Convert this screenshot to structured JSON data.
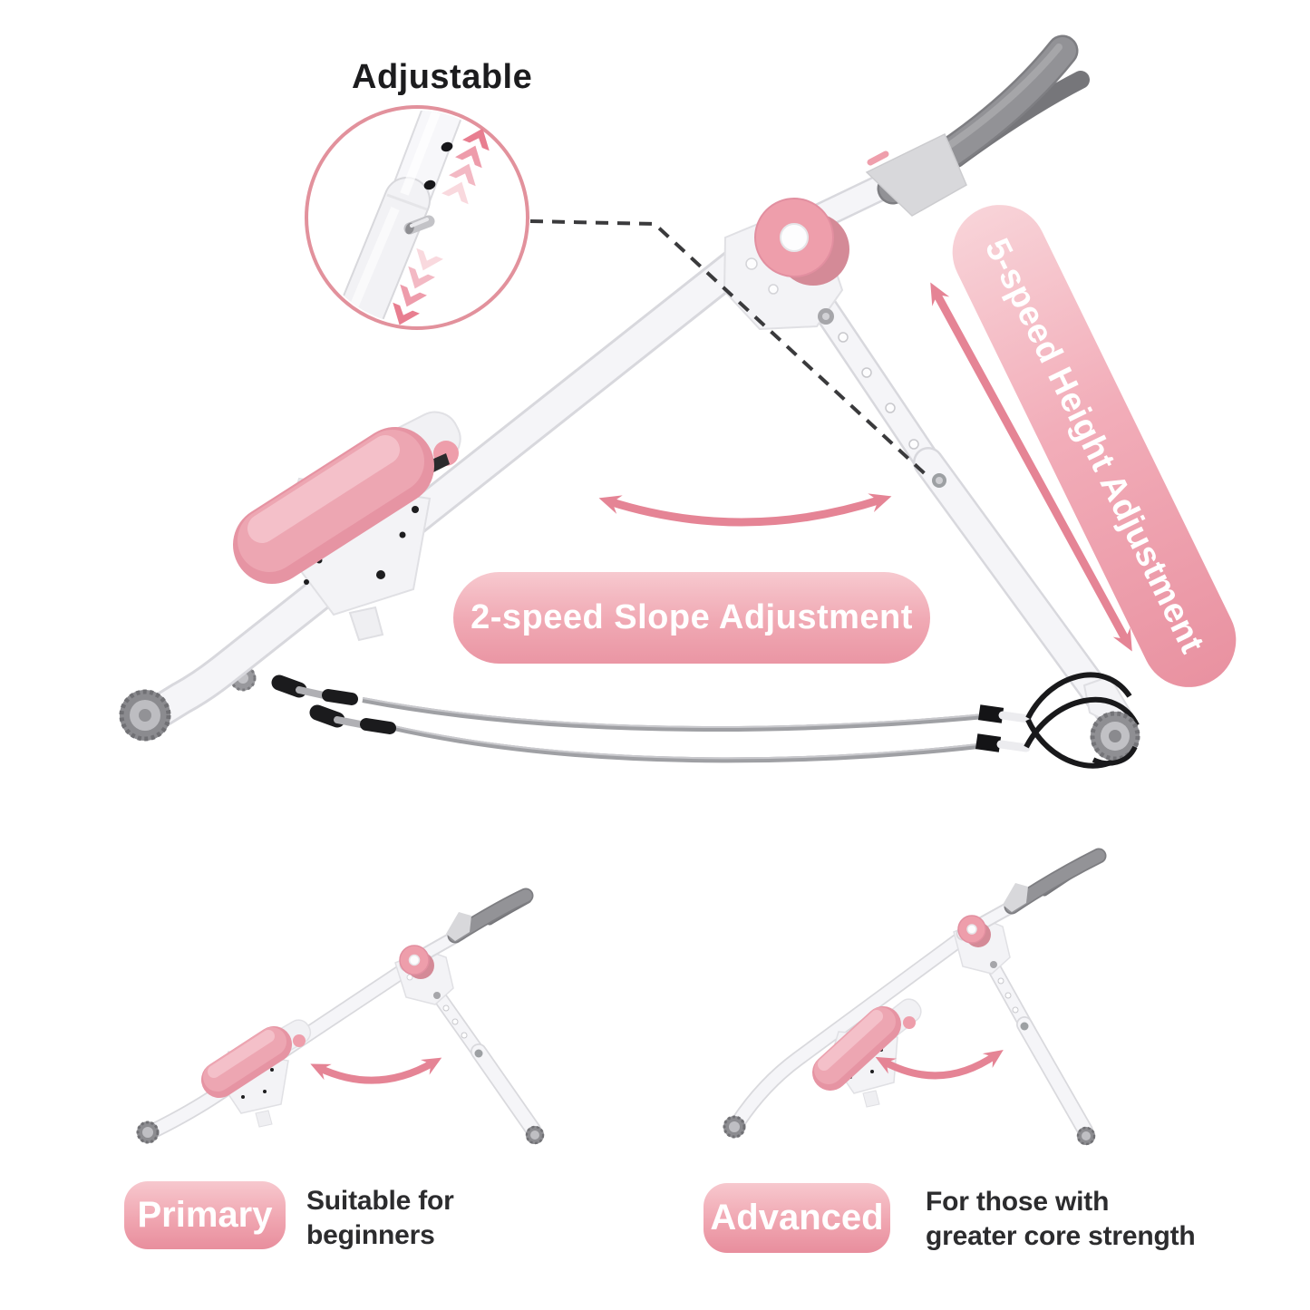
{
  "inset": {
    "label": "Adjustable"
  },
  "callouts": {
    "height_banner": "5-speed Height Adjustment",
    "slope_banner": "2-speed Slope Adjustment"
  },
  "variants": [
    {
      "badge": "Primary",
      "description": "Suitable for\nbeginners"
    },
    {
      "badge": "Advanced",
      "description": "For those with\ngreater core strength"
    }
  ],
  "colors": {
    "accent_pink": "#ec9aa7",
    "accent_pink_light": "#f7cbd1",
    "cushion_pink": "#eda6b2",
    "hub_pink": "#ee9eab",
    "handle_gray": "#939397",
    "wheel_gray": "#8c8c90",
    "cable_gray": "#a0a0a4",
    "band_black": "#19191b",
    "text_dark": "#2c2c2e",
    "arrow_pink": "#e58495",
    "background": "#ffffff"
  },
  "icons": {
    "inset_magnifier": "circle-magnifier",
    "inset_chevrons": "slide-direction-chevrons",
    "height_arrow": "double-headed-arrow",
    "slope_arrow": "curved-double-headed-arrow",
    "variant_arrows": "curved-double-headed-arrow"
  }
}
